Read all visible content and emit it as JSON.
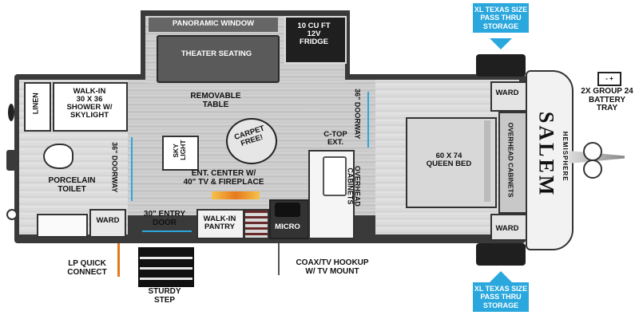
{
  "rooms": {
    "panoramic_window": "PANORAMIC WINDOW",
    "theater_seating": "THEATER SEATING",
    "fridge": "10 CU FT\n12V\nFRIDGE",
    "removable_table": "REMOVABLE\nTABLE",
    "linen": "LINEN",
    "shower": "WALK-IN\n30 X 36\nSHOWER W/\nSKYLIGHT",
    "skylight": "SKY\nLIGHT",
    "carpet_free": "CARPET\nFREE!",
    "doorway_rear": "36\" DOORWAY",
    "doorway_front": "36\" DOORWAY",
    "ctop_ext": "C-TOP\nEXT.",
    "ent_center": "ENT. CENTER W/\n40\" TV & FIREPLACE",
    "porcelain_toilet": "PORCELAIN\nTOILET",
    "ward_bath": "WARD",
    "entry_door": "30\" ENTRY\nDOOR",
    "walkin_pantry": "WALK-IN\nPANTRY",
    "micro": "MICRO",
    "overhead_cabinets_kitchen": "OVERHEAD\nCABINETS",
    "queen_bed": "60 X 74\nQUEEN BED",
    "overhead_cabinets_bed": "OVERHEAD CABINETS",
    "ward_top": "WARD",
    "ward_bottom": "WARD"
  },
  "callouts": {
    "storage_top": "XL TEXAS SIZE\nPASS THRU\nSTORAGE",
    "storage_bottom": "XL TEXAS SIZE\nPASS THRU\nSTORAGE",
    "battery": "2X GROUP 24\nBATTERY\nTRAY",
    "lp_quick": "LP QUICK\nCONNECT",
    "sturdy_step": "STURDY\nSTEP",
    "coax": "COAX/TV HOOKUP\nW/ TV MOUNT"
  },
  "brand": {
    "logo": "SALEM",
    "sub": "HEMISPHERE"
  },
  "colors": {
    "accent_blue": "#2aa7dd",
    "wall_dark": "#3a3a3a",
    "fireplace": "#f2a23a",
    "lp_orange": "#e07b1c"
  }
}
